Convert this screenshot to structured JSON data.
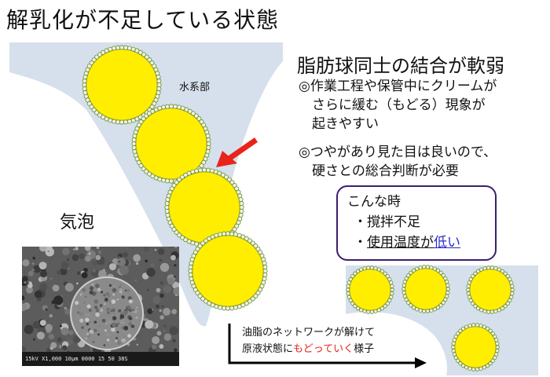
{
  "title": "解乳化が不足している状態",
  "diagram": {
    "water_label": "水系部",
    "bubble_label": "気泡",
    "photo_caption": "15kV X1,000  10μm 0000 15 50 38S"
  },
  "panel": {
    "heading": "脂肪球同士の結合が軟弱",
    "bullet1": [
      "◎作業工程や保管中にクリームが",
      "　さらに緩む（もどる）現象が",
      "　起きやすい"
    ],
    "bullet2": [
      "◎つやがあり見た目は良いので、",
      "　硬さとの総合判断が必要"
    ]
  },
  "callout": {
    "title": "こんな時",
    "item1": "・撹拌不足",
    "item2_prefix": "・",
    "item2_underlined": "使用温度が",
    "item2_link": "低い"
  },
  "bottom_caption": {
    "line1": "油脂のネットワークが解けて",
    "line2_prefix": "原液状態に",
    "line2_highlight": "もどっていく",
    "line2_suffix": "様子"
  },
  "colors": {
    "water": "#d6e0ec",
    "fat_globule": "#ffee00",
    "arrow": "#e8231c",
    "callout_border": "#3a1f6e",
    "link": "#2a2ad0"
  }
}
